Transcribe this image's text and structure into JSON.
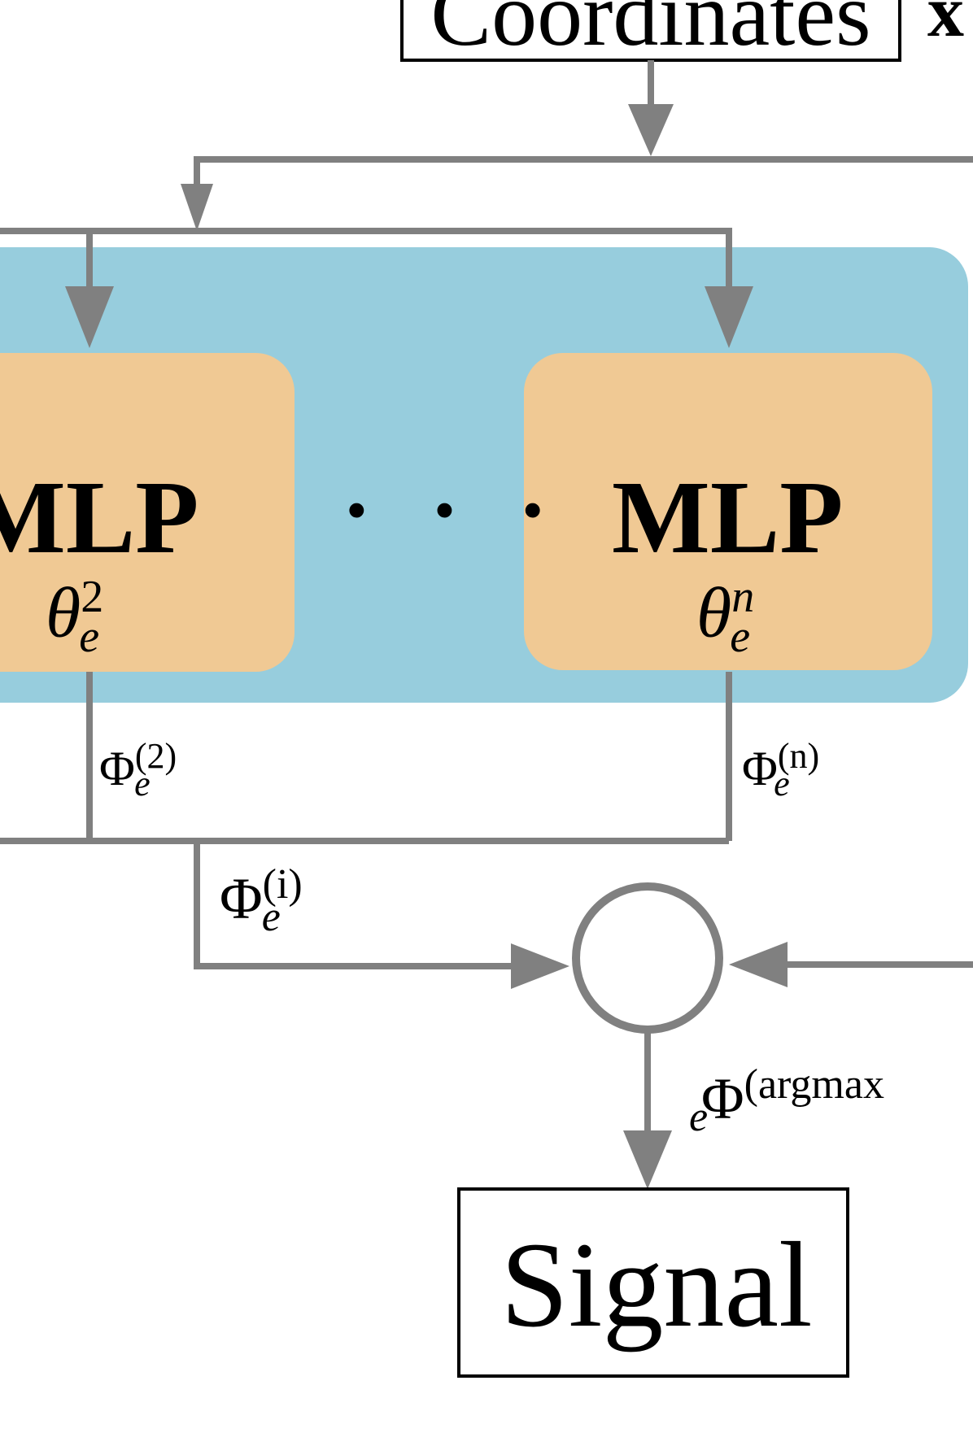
{
  "diagram": {
    "top_box_label": "Coordinates",
    "top_box_suffix": "x",
    "mlp_left": {
      "title": "MLP",
      "param_symbol": "θ",
      "param_sup": "2",
      "param_sub": "e"
    },
    "mlp_right": {
      "title": "MLP",
      "param_symbol": "θ",
      "param_sup": "n",
      "param_sub": "e"
    },
    "ellipsis": "· · ·",
    "phi_2": {
      "symbol": "Φ",
      "sup": "(2)",
      "sub": "e"
    },
    "phi_n": {
      "symbol": "Φ",
      "sup": "(n)",
      "sub": "e"
    },
    "phi_i": {
      "symbol": "Φ",
      "sup": "(i)",
      "sub": "e"
    },
    "phi_argmax": {
      "symbol": "Φ",
      "sup": "(argmax",
      "sub": "e"
    },
    "output_box_label": "Signal",
    "colors": {
      "connector": "#808080",
      "ensemble_background": "#97cddd",
      "mlp_box": "#f0c994",
      "box_border": "#000000"
    }
  }
}
